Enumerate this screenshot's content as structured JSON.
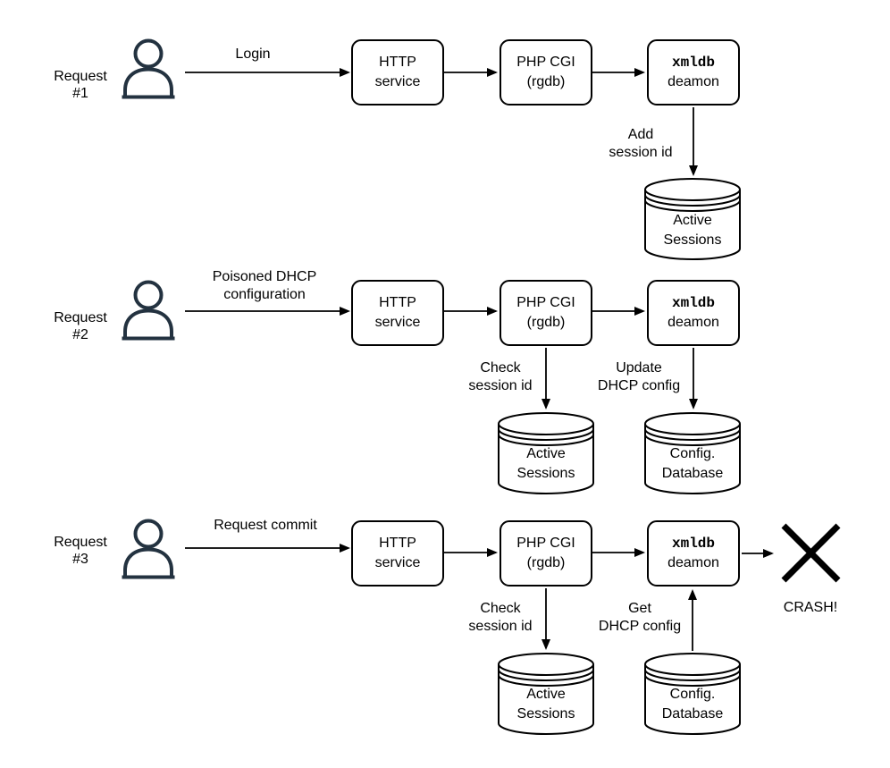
{
  "colors": {
    "stroke": "#000000",
    "person": "#233240",
    "background": "#ffffff"
  },
  "rows": [
    {
      "request_label": "Request\n#1",
      "message_label": "Login",
      "boxes": {
        "http": {
          "line1": "HTTP",
          "line2": "service"
        },
        "php": {
          "line1": "PHP CGI",
          "line2": "(rgdb)"
        },
        "xmldb": {
          "line1": "xmldb",
          "line2": "deamon"
        }
      },
      "flow_labels": {
        "xmldb_down": "Add\nsession id"
      },
      "databases": {
        "xmldb_col": "Active\nSessions"
      }
    },
    {
      "request_label": "Request\n#2",
      "message_label": "Poisoned DHCP\nconfiguration",
      "boxes": {
        "http": {
          "line1": "HTTP",
          "line2": "service"
        },
        "php": {
          "line1": "PHP CGI",
          "line2": "(rgdb)"
        },
        "xmldb": {
          "line1": "xmldb",
          "line2": "deamon"
        }
      },
      "flow_labels": {
        "php_down": "Check\nsession id",
        "xmldb_down": "Update\nDHCP config"
      },
      "databases": {
        "php_col": "Active\nSessions",
        "xmldb_col": "Config.\nDatabase"
      }
    },
    {
      "request_label": "Request\n#3",
      "message_label": "Request commit",
      "boxes": {
        "http": {
          "line1": "HTTP",
          "line2": "service"
        },
        "php": {
          "line1": "PHP CGI",
          "line2": "(rgdb)"
        },
        "xmldb": {
          "line1": "xmldb",
          "line2": "deamon"
        }
      },
      "flow_labels": {
        "php_down": "Check\nsession id",
        "xmldb_up": "Get\nDHCP config"
      },
      "databases": {
        "php_col": "Active\nSessions",
        "xmldb_col": "Config.\nDatabase"
      },
      "crash_label": "CRASH!"
    }
  ]
}
